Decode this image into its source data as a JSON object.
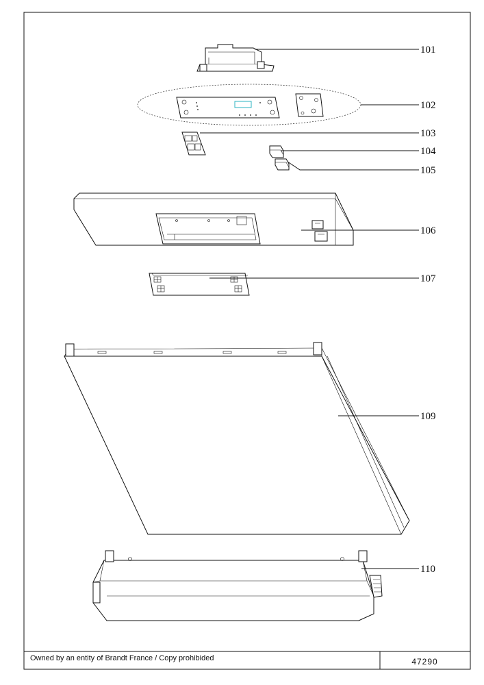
{
  "callouts": [
    {
      "id": "101",
      "label": "101"
    },
    {
      "id": "102",
      "label": "102"
    },
    {
      "id": "103",
      "label": "103"
    },
    {
      "id": "104",
      "label": "104"
    },
    {
      "id": "105",
      "label": "105"
    },
    {
      "id": "106",
      "label": "106"
    },
    {
      "id": "107",
      "label": "107"
    },
    {
      "id": "109",
      "label": "109"
    },
    {
      "id": "110",
      "label": "110"
    }
  ],
  "footer": {
    "ownership_note": "Owned by an entity of Brandt France / Copy prohibided",
    "drawing_number": "47290"
  }
}
